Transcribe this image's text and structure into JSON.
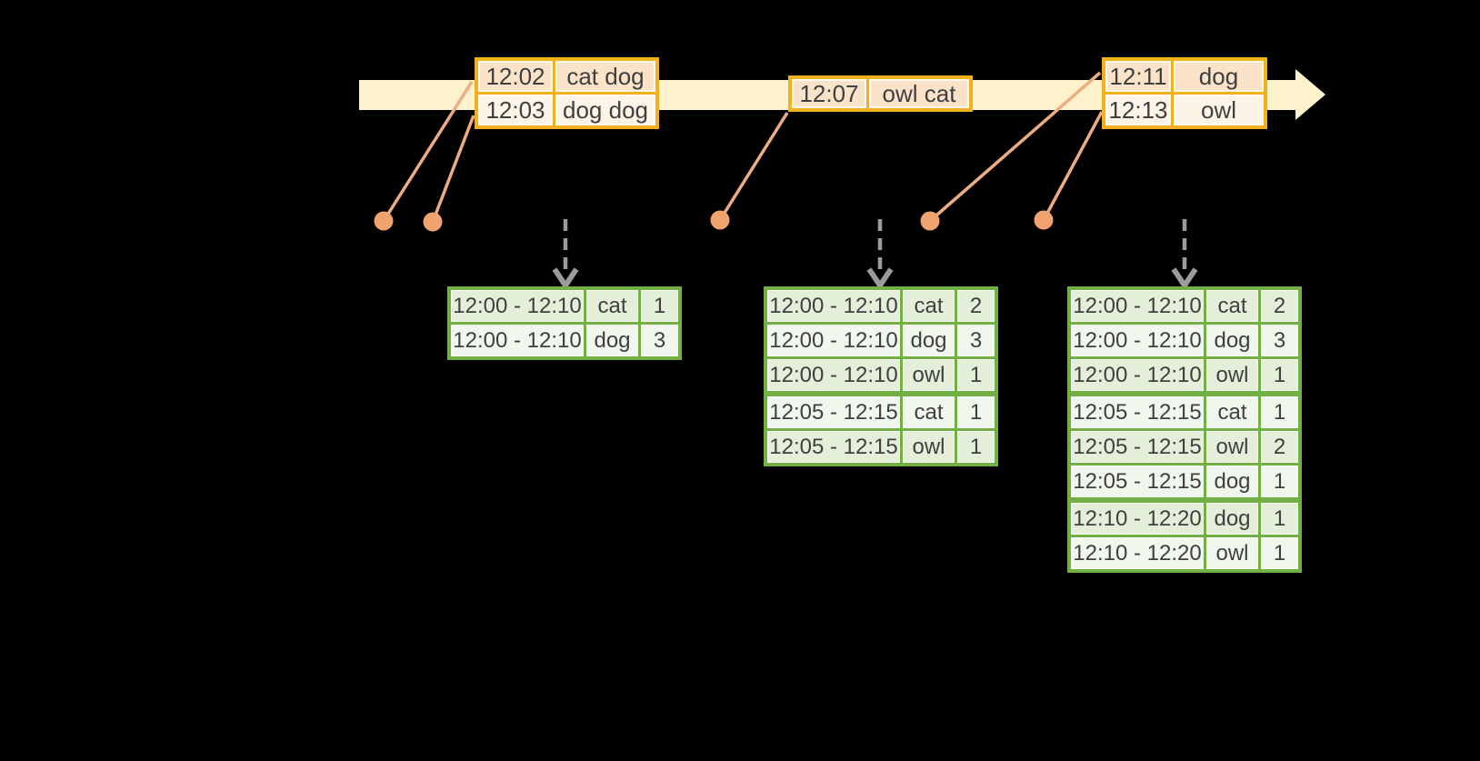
{
  "timeline": {
    "event_tables": [
      {
        "name": "event-batch-1",
        "rows": [
          [
            "12:02",
            "cat dog"
          ],
          [
            "12:03",
            "dog dog"
          ]
        ]
      },
      {
        "name": "event-batch-2",
        "rows": [
          [
            "12:07",
            "owl cat"
          ]
        ]
      },
      {
        "name": "event-batch-3",
        "rows": [
          [
            "12:11",
            "dog"
          ],
          [
            "12:13",
            "owl"
          ]
        ]
      }
    ]
  },
  "result_tables": [
    {
      "name": "result-table-1",
      "rows": [
        [
          "12:00 - 12:10",
          "cat",
          "1"
        ],
        [
          "12:00 - 12:10",
          "dog",
          "3"
        ]
      ]
    },
    {
      "name": "result-table-2",
      "rows": [
        [
          "12:00 - 12:10",
          "cat",
          "2"
        ],
        [
          "12:00 - 12:10",
          "dog",
          "3"
        ],
        [
          "12:00 - 12:10",
          "owl",
          "1"
        ],
        [
          "12:05 - 12:15",
          "cat",
          "1"
        ],
        [
          "12:05 - 12:15",
          "owl",
          "1"
        ]
      ]
    },
    {
      "name": "result-table-3",
      "rows": [
        [
          "12:00 - 12:10",
          "cat",
          "2"
        ],
        [
          "12:00 - 12:10",
          "dog",
          "3"
        ],
        [
          "12:00 - 12:10",
          "owl",
          "1"
        ],
        [
          "12:05 - 12:15",
          "cat",
          "1"
        ],
        [
          "12:05 - 12:15",
          "owl",
          "2"
        ],
        [
          "12:05 - 12:15",
          "dog",
          "1"
        ],
        [
          "12:10 - 12:20",
          "dog",
          "1"
        ],
        [
          "12:10 - 12:20",
          "owl",
          "1"
        ]
      ]
    }
  ],
  "icons": {
    "timeline_arrowhead": "right-arrowhead",
    "trigger_arrow": "dashed-down-arrow",
    "event_marker": "filled-circle"
  },
  "colors": {
    "background": "#000000",
    "timeline_band": "#fdf2cb",
    "event_border": "#f2b01e",
    "event_row_dark": "#fae3c8",
    "event_row_light": "#fdf4e8",
    "connector_line": "#edad84",
    "event_dot": "#f0a26f",
    "trigger_arrow": "#9b9b9b",
    "result_border": "#72b043",
    "result_row_green": "#e4efda",
    "result_row_white": "#f2f7ee",
    "text": "#3f3f3f"
  }
}
